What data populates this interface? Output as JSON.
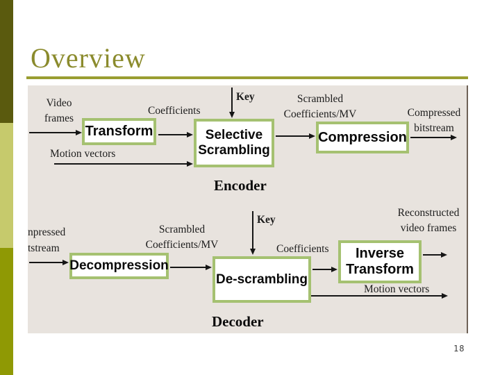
{
  "slide": {
    "title": "Overview",
    "page_number": "18"
  },
  "colors": {
    "title": "#8b8b2d",
    "rule": "#9a9e31",
    "panel_bg": "#e8e3de",
    "box_border": "#a5c171",
    "sidebar_dark": "#5a5a0e",
    "sidebar_light": "#c6ca6c",
    "sidebar_olive": "#8f9904"
  },
  "diagram": {
    "encoder": {
      "label": "Encoder",
      "boxes": {
        "transform": "Transform",
        "selective_scrambling": "Selective Scrambling",
        "compression": "Compression"
      },
      "labels": {
        "video_frames_1": "Video",
        "video_frames_2": "frames",
        "coefficients": "Coefficients",
        "key": "Key",
        "scrambled_1": "Scrambled",
        "scrambled_2": "Coefficients/MV",
        "compressed_1": "Compressed",
        "compressed_2": "bitstream",
        "motion_vectors": "Motion vectors"
      }
    },
    "decoder": {
      "label": "Decoder",
      "boxes": {
        "decompression": "Decompression",
        "descrambling": "De-scrambling",
        "inverse_transform": "Inverse Transform"
      },
      "labels": {
        "clipped_compressed_1": "npressed",
        "clipped_compressed_2": "tstream",
        "scrambled_1": "Scrambled",
        "scrambled_2": "Coefficients/MV",
        "key": "Key",
        "coefficients": "Coefficients",
        "reconstructed_1": "Reconstructed",
        "reconstructed_2": "video frames",
        "motion_vectors": "Motion vectors"
      }
    }
  }
}
